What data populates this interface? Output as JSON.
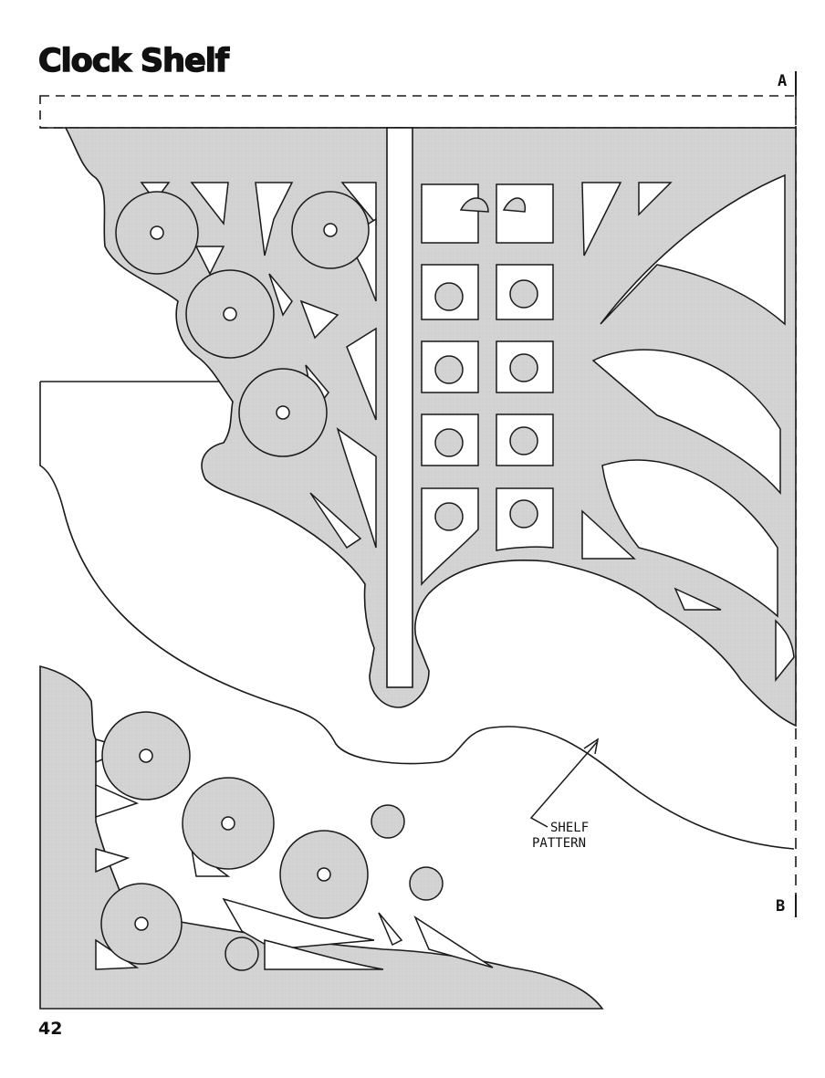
{
  "page": {
    "title": "Clock Shelf",
    "page_number": "42"
  },
  "markers": {
    "a": "A",
    "b": "B"
  },
  "callout": {
    "line1": "SHELF",
    "line2": "PATTERN"
  },
  "colors": {
    "fill": "#d3d3d3",
    "stroke": "#1a1a1a",
    "background": "#ffffff"
  }
}
